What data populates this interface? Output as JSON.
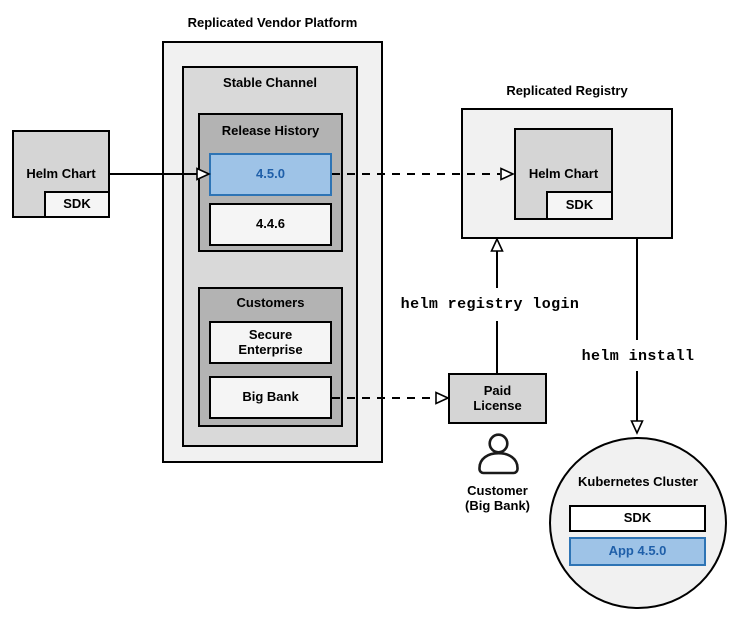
{
  "colors": {
    "highlight_fill": "#9ec3e7",
    "highlight_border": "#2e74b5",
    "highlight_text": "#1f5fa9"
  },
  "vendor_platform": {
    "title": "Replicated Vendor Platform",
    "stable_channel": {
      "label": "Stable Channel",
      "release_history": {
        "label": "Release History",
        "releases": [
          {
            "version": "4.5.0",
            "highlighted": true
          },
          {
            "version": "4.4.6",
            "highlighted": false
          }
        ]
      },
      "customers": {
        "label": "Customers",
        "items": [
          {
            "name": "Secure Enterprise"
          },
          {
            "name": "Big Bank"
          }
        ]
      }
    }
  },
  "source_chart": {
    "label": "Helm Chart",
    "sdk": "SDK"
  },
  "registry": {
    "title": "Replicated Registry",
    "helm_chart": "Helm Chart",
    "sdk": "SDK"
  },
  "license": {
    "label": "Paid License"
  },
  "customer": {
    "line1": "Customer",
    "line2": "(Big Bank)"
  },
  "commands": {
    "registry_login": "helm registry login",
    "install": "helm install"
  },
  "cluster": {
    "title": "Kubernetes Cluster",
    "sdk": "SDK",
    "app": "App 4.5.0"
  }
}
